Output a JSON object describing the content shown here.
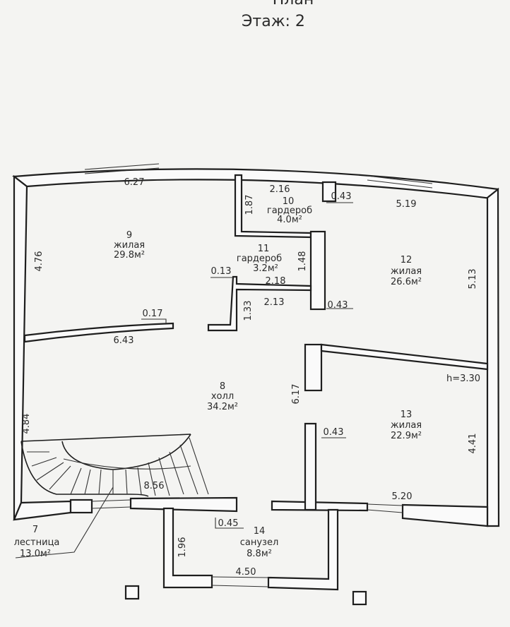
{
  "header": {
    "title_partial": "План",
    "floor": "Этаж: 2"
  },
  "rooms": [
    {
      "number": "7",
      "name": "лестница",
      "area": "13.0м²"
    },
    {
      "number": "8",
      "name": "холл",
      "area": "34.2м²"
    },
    {
      "number": "9",
      "name": "жилая",
      "area": "29.8м²"
    },
    {
      "number": "10",
      "name": "гардероб",
      "area": "4.0м²"
    },
    {
      "number": "11",
      "name": "гардероб",
      "area": "3.2м²"
    },
    {
      "number": "12",
      "name": "жилая",
      "area": "26.6м²"
    },
    {
      "number": "13",
      "name": "жилая",
      "area": "22.9м²"
    },
    {
      "number": "14",
      "name": "санузел",
      "area": "8.8м²"
    }
  ],
  "dimensions": {
    "d627": "6.27",
    "d216": "2.16",
    "d187": "1.87",
    "d043a": "0.43",
    "d519": "5.19",
    "d476": "4.76",
    "d148": "1.48",
    "d013": "0.13",
    "d218": "2.18",
    "d213": "2.13",
    "d133": "1.33",
    "d043b": "0.43",
    "d513": "5.13",
    "d017": "0.17",
    "d643": "6.43",
    "d617": "6.17",
    "d043c": "0.43",
    "d441": "4.41",
    "d484": "4.84",
    "d856": "8.56",
    "d520": "5.20",
    "d045": "0.45",
    "d196": "1.96",
    "d450": "4.50"
  },
  "ceiling_height": "h=3.30"
}
